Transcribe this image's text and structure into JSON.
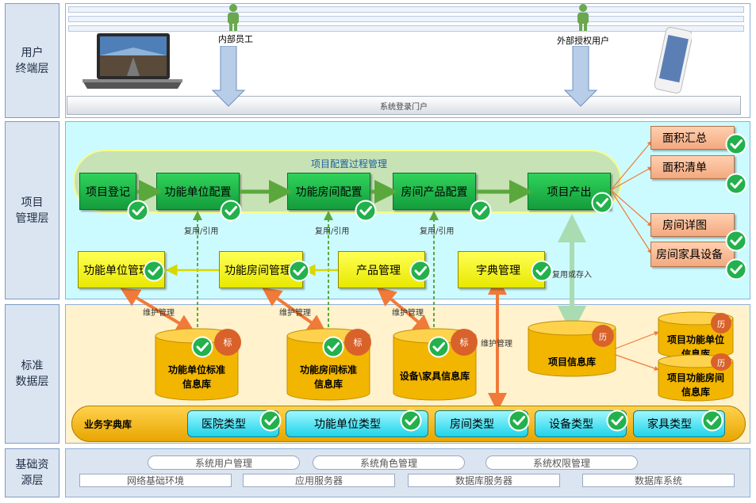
{
  "layers": {
    "user": "用户\n终端层",
    "project": "项目\n管理层",
    "standard": "标准\n数据层",
    "base": "基础资\n源层"
  },
  "users": {
    "internal": "内部员工",
    "external": "外部授权用户",
    "portal": "系统登录门户"
  },
  "process": {
    "title": "项目配置过程管理",
    "steps": [
      "项目登记",
      "功能单位配置",
      "功能房间配置",
      "房间产品配置",
      "项目产出"
    ]
  },
  "outputs": [
    "面积汇总",
    "面积清单",
    "房间详图",
    "房间家具设备"
  ],
  "management": [
    "功能单位管理",
    "功能房间管理",
    "产品管理",
    "字典管理"
  ],
  "edge_labels": {
    "reuse": "复用/引用",
    "maintain": "维护管理",
    "reuse_or_save": "复用或存入"
  },
  "databases": {
    "unit_std": "功能单位标准\n信息库",
    "room_std": "功能房间标准\n信息库",
    "equip": "设备\\家具信息库",
    "project": "项目信息库",
    "proj_unit": "项目功能单位\n信息库",
    "proj_room": "项目功能房间\n信息库",
    "badge_std": "标",
    "badge_hist": "历"
  },
  "dictionary": {
    "title": "业务字典库",
    "items": [
      "医院类型",
      "功能单位类型",
      "房间类型",
      "设备类型",
      "家具类型"
    ]
  },
  "base": {
    "row1": [
      "系统用户管理",
      "系统角色管理",
      "系统权限管理"
    ],
    "row2": [
      "网络基础环境",
      "应用服务器",
      "数据库服务器",
      "数据库系统"
    ]
  },
  "colors": {
    "check_green": "#22b14c",
    "arrow_orange": "#f07a3a",
    "arrow_green": "#5aa83c",
    "project_bg": "#ccfbff",
    "standard_bg": "#fff2cc"
  }
}
